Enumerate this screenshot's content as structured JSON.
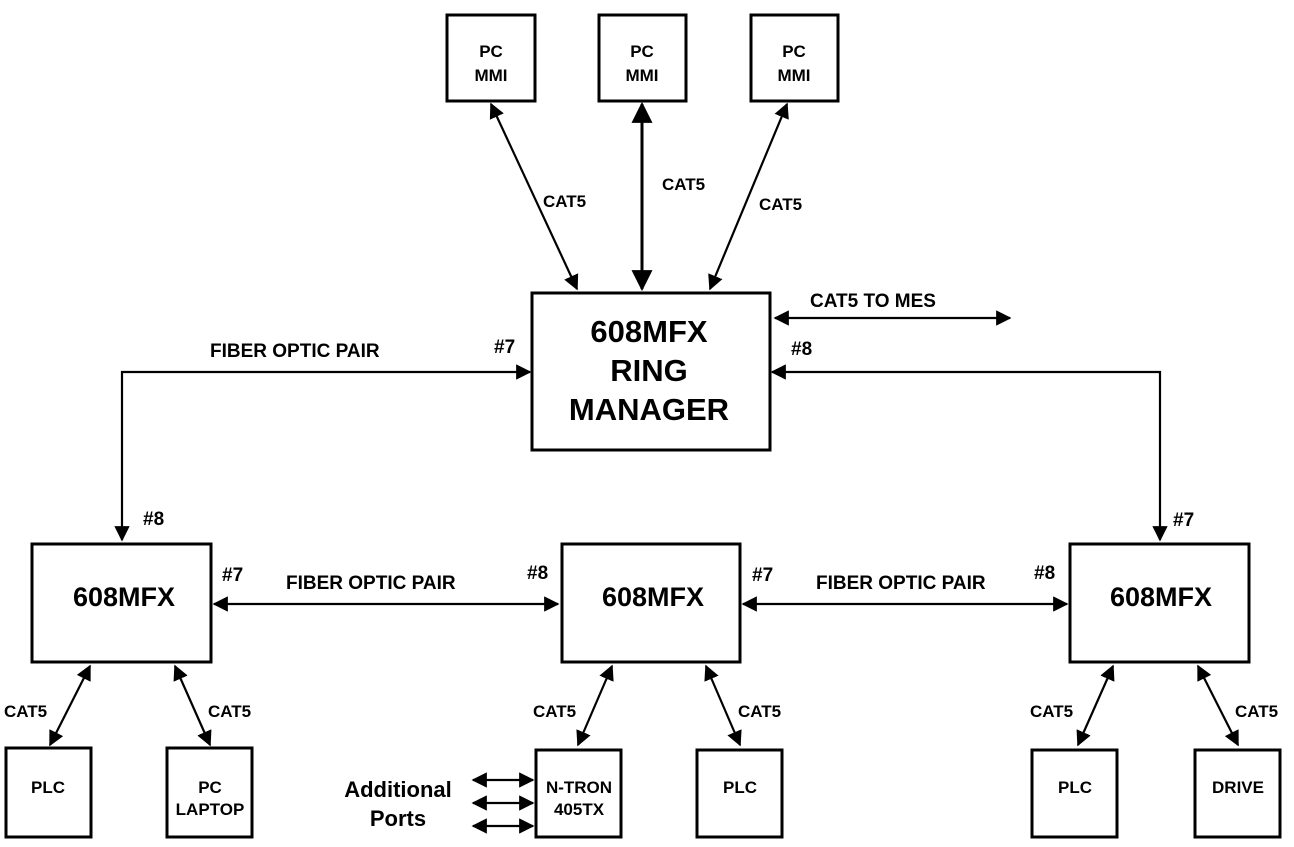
{
  "pc_mmi": [
    {
      "line1": "PC",
      "line2": "MMI"
    },
    {
      "line1": "PC",
      "line2": "MMI"
    },
    {
      "line1": "PC",
      "line2": "MMI"
    }
  ],
  "ring_manager": {
    "line1": "608MFX",
    "line2": "RING",
    "line3": "MANAGER"
  },
  "switches": [
    "608MFX",
    "608MFX",
    "608MFX"
  ],
  "devices": {
    "plc_left": "PLC",
    "pc_laptop": {
      "line1": "PC",
      "line2": "LAPTOP"
    },
    "ntron": {
      "line1": "N-TRON",
      "line2": "405TX"
    },
    "plc_mid": "PLC",
    "plc_right": "PLC",
    "drive": "DRIVE"
  },
  "labels": {
    "cat5": "CAT5",
    "cat5_to_mes": "CAT5 TO MES",
    "fiber": "FIBER OPTIC PAIR",
    "port7": "#7",
    "port8": "#8",
    "additional": "Additional",
    "ports": "Ports"
  }
}
